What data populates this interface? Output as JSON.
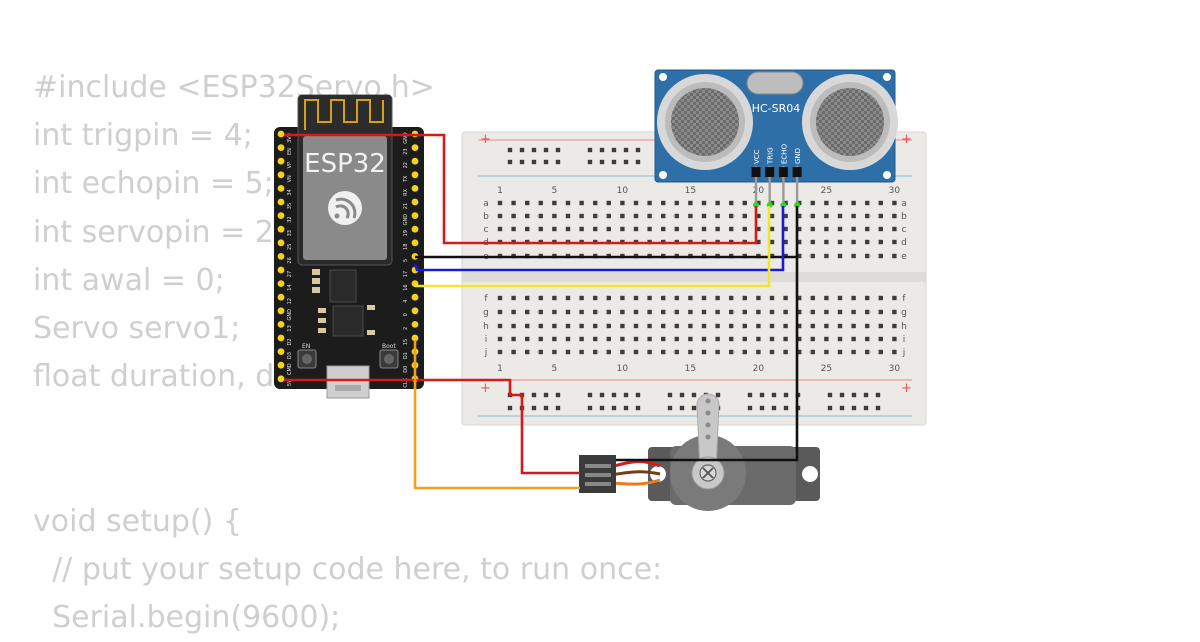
{
  "code_lines": [
    "#include <ESP32Servo.h>",
    "int trigpin = 4;",
    "int echopin = 5;",
    "int servopin = 2;",
    "int awal = 0;",
    "Servo servo1;",
    "float duration, d",
    "",
    "",
    "void setup() {",
    "  // put your setup code here, to run once:",
    "  Serial.begin(9600);"
  ],
  "esp32": {
    "label": "ESP32",
    "button_en": "EN",
    "button_boot": "Boot",
    "left_pins": [
      "3V3",
      "EN",
      "VP",
      "VN",
      "34",
      "35",
      "32",
      "33",
      "25",
      "26",
      "27",
      "14",
      "12",
      "GND",
      "13",
      "D2",
      "D3",
      "CMD",
      "5V"
    ],
    "right_pins": [
      "GND",
      "23",
      "22",
      "TX",
      "RX",
      "21",
      "GND",
      "19",
      "18",
      "5",
      "17",
      "16",
      "4",
      "0",
      "2",
      "15",
      "D1",
      "D0",
      "CLK"
    ]
  },
  "sensor": {
    "label": "HC-SR04",
    "pins": [
      "VCC",
      "TRIG",
      "ECHO",
      "GND"
    ]
  },
  "breadboard": {
    "column_numbers": [
      "1",
      "5",
      "10",
      "15",
      "20",
      "25",
      "30"
    ],
    "rows_top": [
      "a",
      "b",
      "c",
      "d",
      "e"
    ],
    "rows_bottom": [
      "f",
      "g",
      "h",
      "i",
      "j"
    ],
    "rail_plus": "+",
    "rail_minus": "-"
  },
  "colors": {
    "code_text": "#cfcfcf",
    "wire_red": "#d41a1a",
    "wire_black": "#111111",
    "wire_blue": "#1a1ad4",
    "wire_yellow": "#f2e62c",
    "wire_orange": "#f0a01e",
    "esp32_board": "#1c1c1c",
    "sensor_board": "#2e6fa8",
    "breadboard": "#eceae6"
  }
}
